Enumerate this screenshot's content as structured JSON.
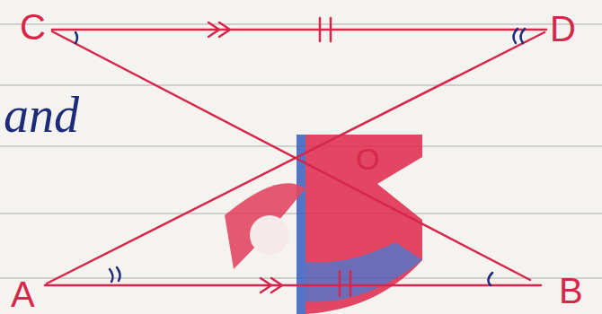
{
  "diagram": {
    "labels": [
      "C",
      "D",
      "and",
      "O",
      "A",
      "B"
    ]
  }
}
